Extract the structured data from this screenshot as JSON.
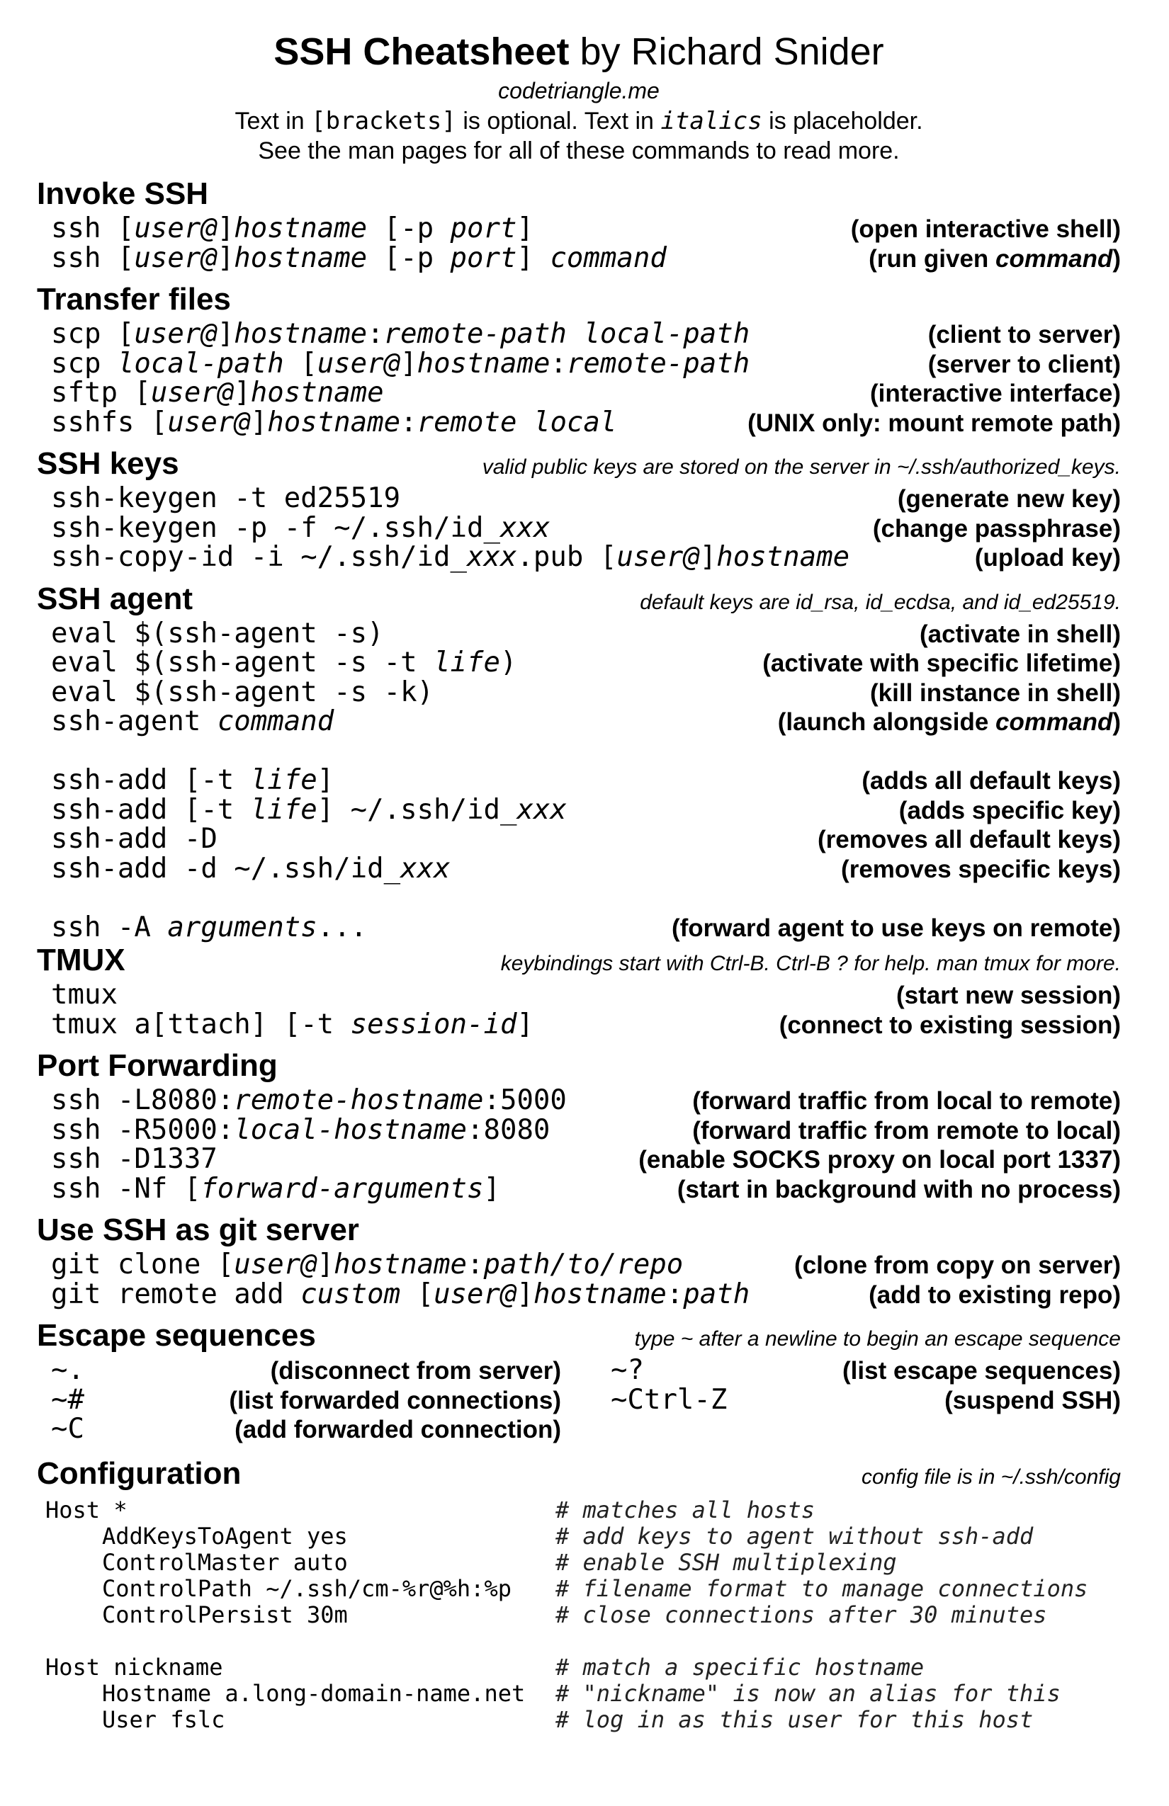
{
  "header": {
    "title_bold": "SSH Cheatsheet",
    "title_rest": " by Richard Snider",
    "site": "codetriangle.me",
    "note1_a": "Text in ",
    "note1_b": "[brackets]",
    "note1_c": " is optional. Text in ",
    "note1_d": "italics",
    "note1_e": " is placeholder.",
    "note2": "See the man pages for all of these commands to read more."
  },
  "invoke": {
    "title": "Invoke SSH",
    "rows": [
      {
        "d": "(open interactive shell)"
      },
      {
        "d1": "(run given ",
        "d2": "command",
        "d3": ")"
      }
    ]
  },
  "transfer": {
    "title": "Transfer files",
    "rows": [
      {
        "d": "(client to server)"
      },
      {
        "d": "(server to client)"
      },
      {
        "d": "(interactive interface)"
      },
      {
        "d": "(UNIX only: mount remote path)"
      }
    ]
  },
  "keys": {
    "title": "SSH keys",
    "note": "valid public keys are stored on the server in ~/.ssh/authorized_keys.",
    "rows": [
      {
        "c": "ssh-keygen -t ed25519",
        "d": "(generate new key)"
      },
      {
        "d": "(change passphrase)"
      },
      {
        "d": "(upload key)"
      }
    ]
  },
  "agent": {
    "title": "SSH agent",
    "note": "default keys are id_rsa, id_ecdsa, and id_ed25519.",
    "rows": [
      {
        "c": "eval $(ssh-agent -s)",
        "d": "(activate in shell)"
      },
      {
        "d": "(activate with specific lifetime)"
      },
      {
        "c": "eval $(ssh-agent -s -k)",
        "d": "(kill instance in shell)"
      },
      {
        "d1": "(launch alongside ",
        "d2": "command",
        "d3": ")"
      },
      {
        "d": "(adds all default keys)"
      },
      {
        "d": "(adds specific key)"
      },
      {
        "c": "ssh-add -D",
        "d": "(removes all default keys)"
      },
      {
        "d": "(removes specific keys)"
      },
      {
        "d": "(forward agent to use keys on remote)"
      }
    ]
  },
  "tmux": {
    "title": "TMUX",
    "note": "keybindings start with Ctrl-B. Ctrl-B ? for help. man tmux for more.",
    "rows": [
      {
        "c": "tmux",
        "d": "(start new session)"
      },
      {
        "d": "(connect to existing session)"
      }
    ]
  },
  "ports": {
    "title": "Port Forwarding",
    "rows": [
      {
        "d": "(forward traffic from local to remote)"
      },
      {
        "d": "(forward traffic from remote to local)"
      },
      {
        "c": "ssh -D1337",
        "d": "(enable SOCKS proxy on local port 1337)"
      },
      {
        "d": "(start in background with no process)"
      }
    ]
  },
  "git": {
    "title": "Use SSH as git server",
    "rows": [
      {
        "d": "(clone from copy on server)"
      },
      {
        "d": "(add to existing repo)"
      }
    ]
  },
  "escape": {
    "title": "Escape sequences",
    "note": "type ~ after a newline to begin an escape sequence",
    "items": [
      {
        "c": "~.",
        "d": "(disconnect from server)"
      },
      {
        "c": "~?",
        "d": "(list escape sequences)"
      },
      {
        "c": "~#",
        "d": "(list forwarded connections)"
      },
      {
        "c": "~Ctrl-Z",
        "d": "(suspend SSH)"
      },
      {
        "c": "~C",
        "d": "(add forwarded connection)"
      }
    ]
  },
  "config": {
    "title": "Configuration",
    "note": "config file is in ~/.ssh/config",
    "lines": [
      {
        "code": "Host *",
        "comment": "# matches all hosts"
      },
      {
        "code": "AddKeysToAgent yes",
        "comment": "# add keys to agent without ssh-add"
      },
      {
        "code": "ControlMaster auto",
        "comment": "# enable SSH multiplexing"
      },
      {
        "code": "ControlPath ~/.ssh/cm-%r@%h:%p",
        "comment": "# filename format to manage connections"
      },
      {
        "code": "ControlPersist 30m",
        "comment": "# close connections after 30 minutes"
      },
      {
        "code": "Host nickname",
        "comment": "# match a specific hostname"
      },
      {
        "code": "Hostname a.long-domain-name.net",
        "comment": "# \"nickname\" is now an alias for this"
      },
      {
        "code": "User fslc",
        "comment": "# log in as this user for this host"
      }
    ]
  },
  "fragments": {
    "ssh": "ssh ",
    "lb": "[",
    "rb": "]",
    "user_at": "user@",
    "hostname": "hostname",
    "p_open": " [-p ",
    "port": "port",
    "command": "command",
    "scp": "scp ",
    "sftp": "sftp ",
    "sshfs": "sshfs ",
    "colon": ":",
    "space": " ",
    "remote_path": "remote-path",
    "local_path": "local-path",
    "remote": "remote",
    "local": "local",
    "keygen_p": "ssh-keygen -p -f ~/.ssh/id_",
    "xxx": "xxx",
    "copyid": "ssh-copy-id -i ~/.ssh/id_",
    "pub": ".pub ",
    "eval_t": "eval $(ssh-agent -s -t ",
    "life": "life",
    "rparen": ")",
    "agent_cmd": "ssh-agent ",
    "add_t": "ssh-add [-t ",
    "add_file": "] ~/.ssh/id_",
    "add_d": "ssh-add -d ~/.ssh/id_",
    "ssh_A": "ssh -A ",
    "arguments": "arguments",
    "dots": "...",
    "tmux_a": "tmux a[ttach] [-t ",
    "session_id": "session-id",
    "L": "ssh -L8080:",
    "remote_hostname": "remote-hostname",
    "p5000": ":5000",
    "R": "ssh -R5000:",
    "local_hostname": "local-hostname",
    "p8080": ":8080",
    "Nf": "ssh -Nf [",
    "forward_arguments": "forward-arguments",
    "git_clone": "git clone [",
    "path_to_repo": "path/to/repo",
    "git_remote": "git remote add ",
    "custom": "custom",
    "path": "path"
  }
}
